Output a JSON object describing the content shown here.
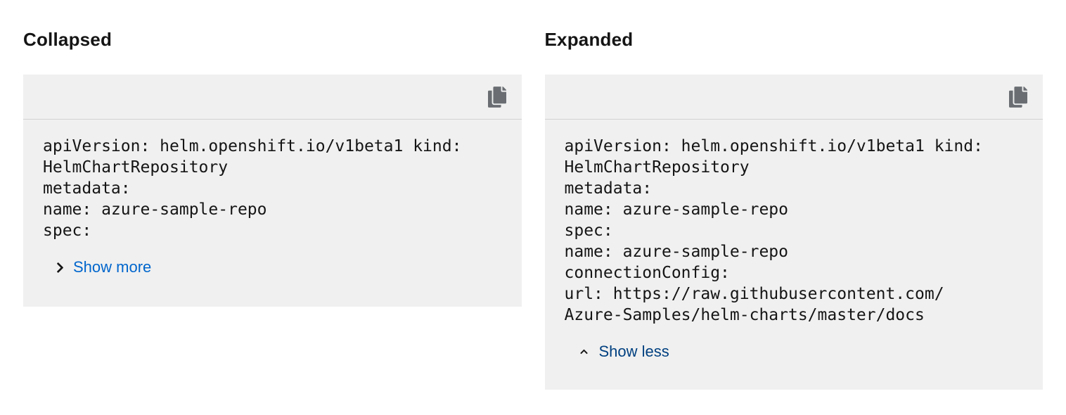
{
  "colors": {
    "page_background": "#ffffff",
    "panel_background": "#f0f0f0",
    "divider": "#d2d2d2",
    "code_text": "#151515",
    "heading_text": "#151515",
    "copy_icon": "#6a6e73",
    "show_more_link": "#0066cc",
    "show_less_link": "#004080",
    "chevron": "#151515"
  },
  "panels": [
    {
      "title": "Collapsed",
      "copy_icon": "copy-icon",
      "code_lines": [
        "apiVersion: helm.openshift.io/v1beta1 kind:",
        "HelmChartRepository",
        "metadata:",
        "name: azure-sample-repo",
        "spec:"
      ],
      "toggle": {
        "label": "Show more",
        "chevron": "chevron-right-icon"
      }
    },
    {
      "title": "Expanded",
      "copy_icon": "copy-icon",
      "code_lines": [
        "apiVersion: helm.openshift.io/v1beta1 kind:",
        "HelmChartRepository",
        "metadata:",
        "name: azure-sample-repo",
        "spec:",
        "name: azure-sample-repo",
        "connectionConfig:",
        "url: https://raw.githubusercontent.com/",
        "Azure-Samples/helm-charts/master/docs"
      ],
      "toggle": {
        "label": "Show less",
        "chevron": "chevron-up-icon"
      }
    }
  ]
}
